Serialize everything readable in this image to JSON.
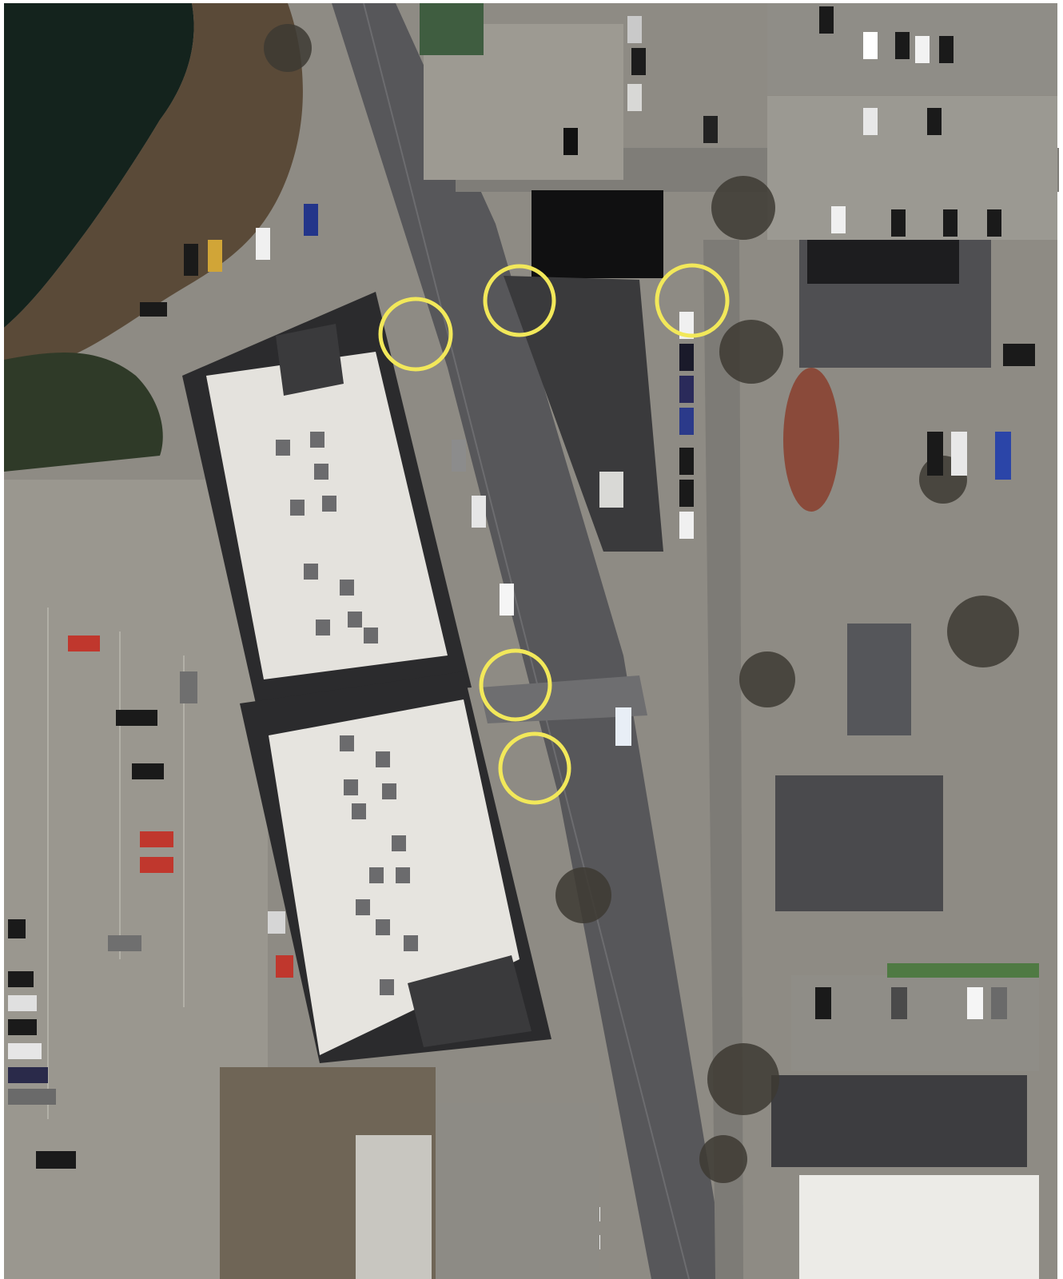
{
  "map": {
    "view": "satellite",
    "marker_color": "#F2E85A",
    "markers": [
      {
        "id": "tree-1",
        "kind": "highlight-circle"
      },
      {
        "id": "tree-2",
        "kind": "highlight-circle"
      },
      {
        "id": "tree-3",
        "kind": "highlight-circle"
      },
      {
        "id": "tree-4",
        "kind": "highlight-circle"
      },
      {
        "id": "tree-5",
        "kind": "highlight-circle"
      }
    ]
  }
}
